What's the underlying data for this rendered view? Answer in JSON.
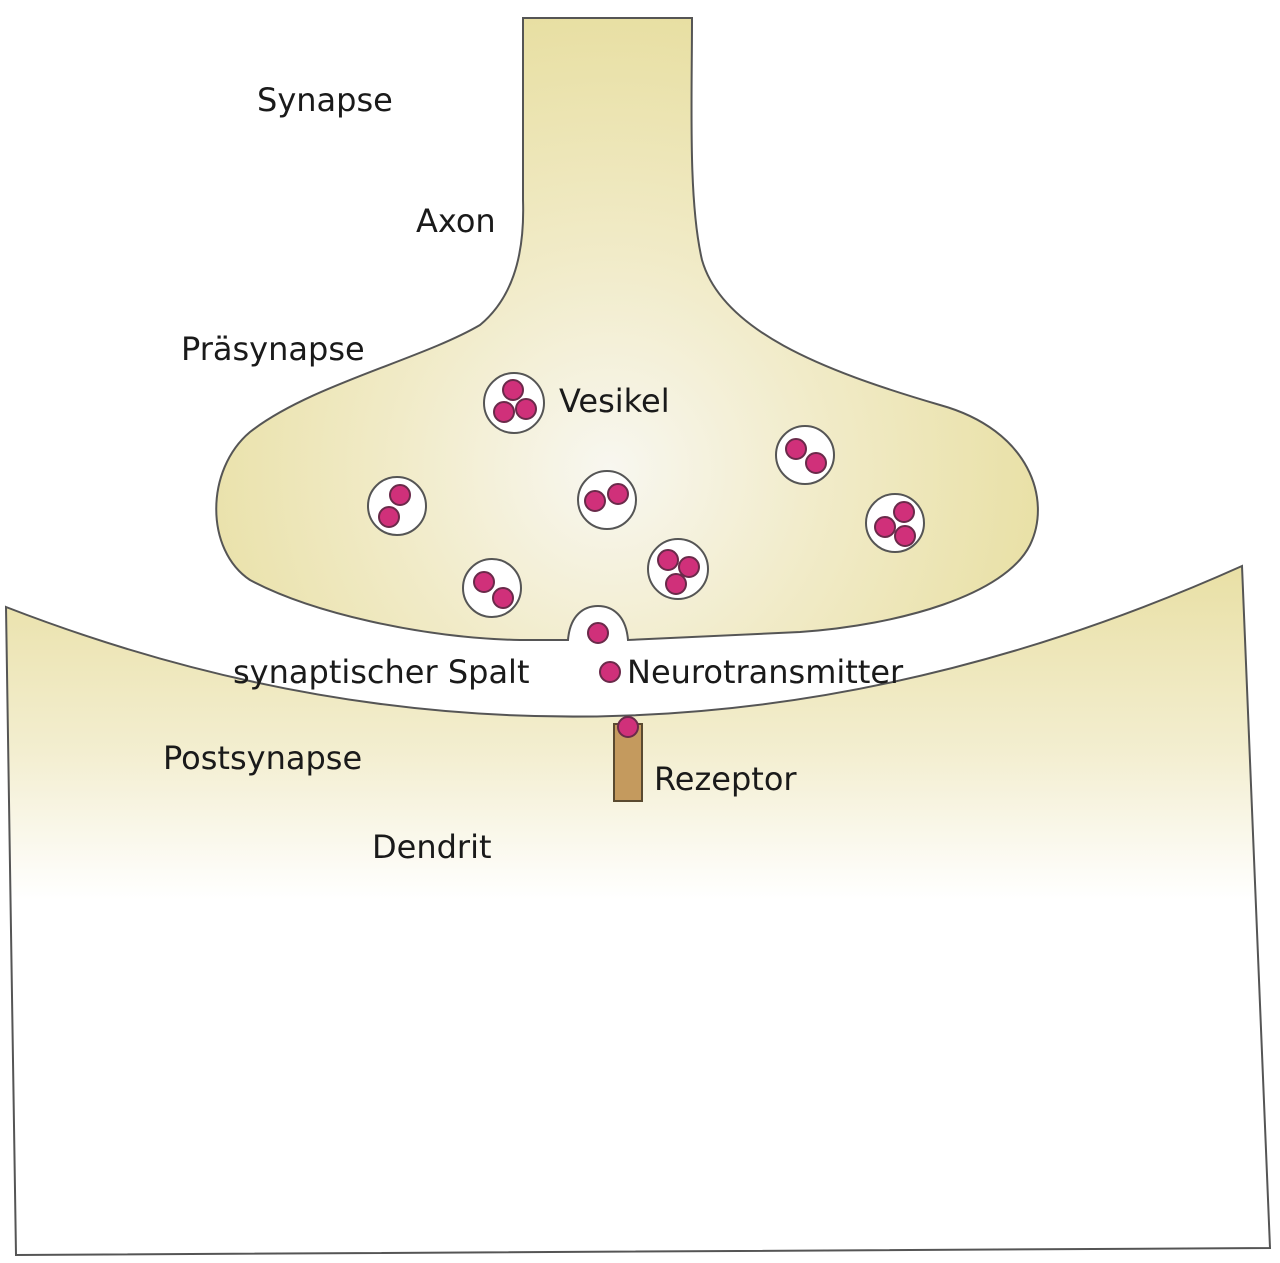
{
  "labels": {
    "synapse": "Synapse",
    "axon": "Axon",
    "praesynapse": "Präsynapse",
    "vesikel": "Vesikel",
    "spalt": "synaptischer Spalt",
    "neurotransmitter": "Neurotransmitter",
    "postsynapse": "Postsynapse",
    "rezeptor": "Rezeptor",
    "dendrit": "Dendrit"
  },
  "colors": {
    "membrane_fill": "#ece4ab",
    "membrane_fill_light": "#f8f7ee",
    "outline": "#555555",
    "neurotransmitter": "#d0307a",
    "neurotransmitter_outline": "#6a2a4a",
    "receptor": "#c49a5e",
    "receptor_outline": "#5a4a30"
  }
}
